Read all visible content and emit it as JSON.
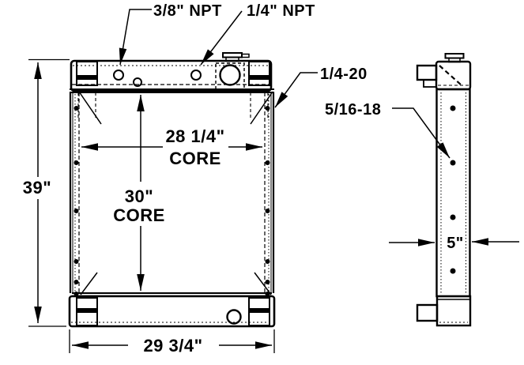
{
  "drawing": {
    "annotations": {
      "npt_3_8": "3/8\" NPT",
      "npt_1_4": "1/4\" NPT",
      "thread_1_4_20": "1/4-20",
      "thread_5_16_18": "5/16-18"
    },
    "dimensions": {
      "overall_height": "39\"",
      "overall_width": "29 3/4\"",
      "core_width_value": "28 1/4\"",
      "core_width_word": "CORE",
      "core_height_value": "30\"",
      "core_height_word": "CORE",
      "depth": "5\""
    },
    "line_color": "#000000",
    "background_color": "#ffffff"
  }
}
